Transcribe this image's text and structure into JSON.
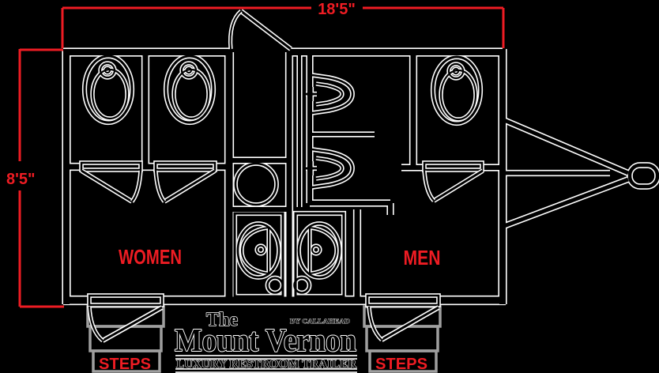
{
  "colors": {
    "background": "#000000",
    "line": "#000000",
    "halo": "#ffffff",
    "accent_red": "#ee1c23",
    "steps_gray": "#9f9f9f"
  },
  "dimensions": {
    "width_label": "18'5\"",
    "height_label": "8'5\""
  },
  "rooms": {
    "women": "WOMEN",
    "men": "MEN"
  },
  "steps": {
    "left": "STEPS",
    "right": "STEPS"
  },
  "logo": {
    "the": "The",
    "name": "Mount Vernon",
    "by": "BY CALLAHEAD",
    "tagline": "LUXURY RESTROOM TRAILER"
  },
  "fixtures": {
    "icons": [
      "toilet-icon",
      "toilet-icon",
      "toilet-icon",
      "urinal-icon",
      "urinal-icon",
      "sink-icon",
      "sink-icon",
      "round-fixture-icon",
      "door-swing-icon",
      "steps-icon",
      "trailer-hitch-icon"
    ]
  }
}
